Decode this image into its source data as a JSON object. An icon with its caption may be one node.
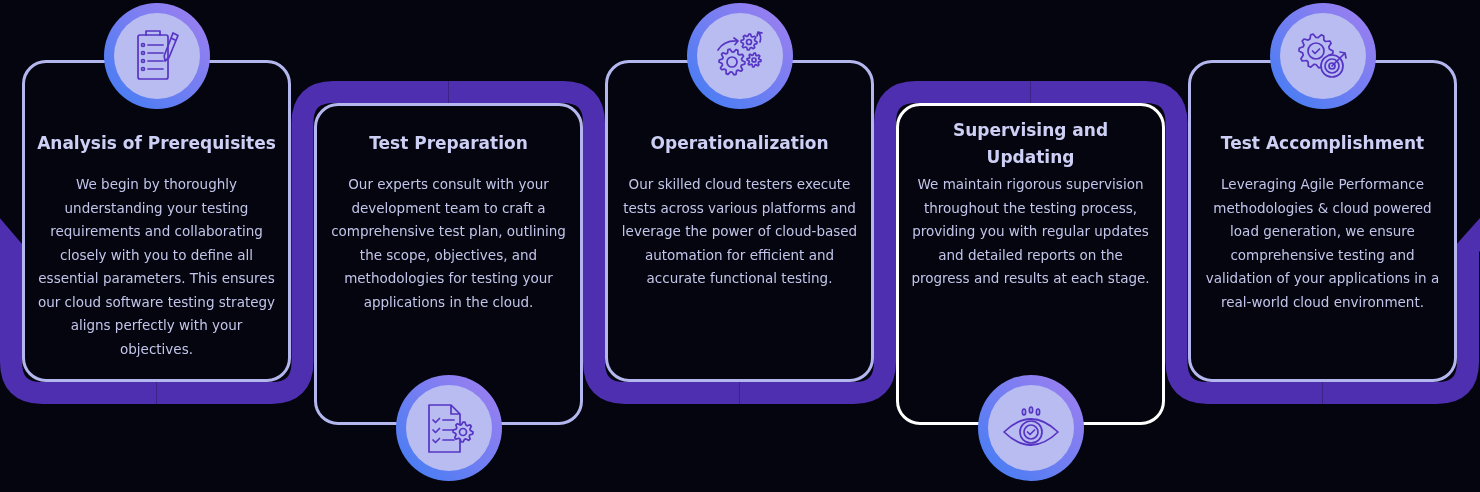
{
  "diagram": {
    "nodes": [
      {
        "text": [
          "Analysis of Prerequisites",
          "We begin by thoroughly understanding your testing requirements and collaborating closely with you to define all essential parameters. This ensures our cloud software testing strategy aligns perfectly with your objectives."
        ]
      },
      {
        "text": [
          "Test Preparation",
          "Our experts consult with your development team to craft a comprehensive test plan, outlining the scope, objectives, and methodologies for testing your applications in the cloud."
        ]
      },
      {
        "text": [
          "Operationalization",
          "Our skilled cloud testers execute tests across various platforms and leverage the power of cloud-based automation for efficient and accurate functional testing."
        ]
      },
      {
        "text": [
          "Supervising and Updating",
          "We maintain rigorous supervision throughout the testing process, providing you with regular updates and detailed reports on the progress and results at each stage."
        ]
      },
      {
        "text": [
          "Test Accomplishment",
          "Leveraging Agile Performance methodologies & cloud powered load generation, we ensure comprehensive testing and validation of your applications in a real-world cloud environment."
        ]
      }
    ],
    "edges": [
      {
        "from": 0,
        "to": 1,
        "arrow": "none"
      },
      {
        "from": 1,
        "to": 2,
        "arrow": "none"
      },
      {
        "from": 2,
        "to": 3,
        "arrow": "none"
      },
      {
        "from": 3,
        "to": 4,
        "arrow": "none"
      }
    ]
  }
}
